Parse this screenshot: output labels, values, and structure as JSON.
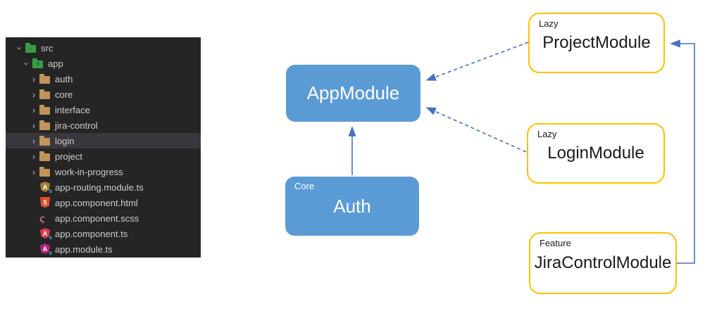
{
  "file_explorer": {
    "items": [
      {
        "label": "src",
        "kind": "folder-open",
        "level": 0
      },
      {
        "label": "app",
        "kind": "folder-open-app",
        "level": 1
      },
      {
        "label": "auth",
        "kind": "folder",
        "level": 2
      },
      {
        "label": "core",
        "kind": "folder",
        "level": 2
      },
      {
        "label": "interface",
        "kind": "folder",
        "level": 2
      },
      {
        "label": "jira-control",
        "kind": "folder",
        "level": 2
      },
      {
        "label": "login",
        "kind": "folder",
        "level": 2,
        "selected": true
      },
      {
        "label": "project",
        "kind": "folder",
        "level": 2
      },
      {
        "label": "work-in-progress",
        "kind": "folder",
        "level": 2
      },
      {
        "label": "app-routing.module.ts",
        "kind": "file-angular-routing"
      },
      {
        "label": "app.component.html",
        "kind": "file-html"
      },
      {
        "label": "app.component.scss",
        "kind": "file-sass"
      },
      {
        "label": "app.component.ts",
        "kind": "file-angular-component"
      },
      {
        "label": "app.module.ts",
        "kind": "file-angular-module"
      }
    ],
    "icon_letters": {
      "angular": "A",
      "html5": "5",
      "ts_sub": "s",
      "sass": "ς"
    }
  },
  "diagram": {
    "nodes": {
      "app_module": {
        "label": "AppModule",
        "badge": "",
        "style": "blue"
      },
      "auth": {
        "label": "Auth",
        "badge": "Core",
        "style": "blue"
      },
      "project_module": {
        "label": "ProjectModule",
        "badge": "Lazy",
        "style": "yellow"
      },
      "login_module": {
        "label": "LoginModule",
        "badge": "Lazy",
        "style": "yellow"
      },
      "jira_control_module": {
        "label": "JiraControlModule",
        "badge": "Feature",
        "style": "yellow"
      }
    },
    "edges": [
      {
        "from": "auth",
        "to": "app_module",
        "style": "solid"
      },
      {
        "from": "project_module",
        "to": "app_module",
        "style": "dashed"
      },
      {
        "from": "login_module",
        "to": "app_module",
        "style": "dashed"
      },
      {
        "from": "jira_control_module",
        "to": "project_module",
        "style": "solid"
      }
    ]
  },
  "colors": {
    "module_blue": "#5B9BD5",
    "connector_blue": "#4472C4",
    "lazy_border_yellow": "#FFC000",
    "panel_background": "#252526",
    "selected_row": "#37373d",
    "folder_tan": "#c0945a",
    "folder_green": "#3a9d44",
    "tree_text": "#cccccc"
  }
}
